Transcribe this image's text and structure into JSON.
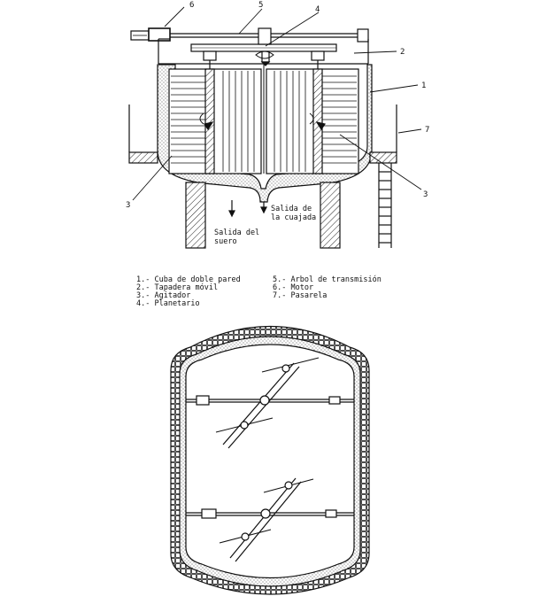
{
  "callouts": {
    "c1": "1",
    "c2": "2",
    "c3a": "3",
    "c3b": "3",
    "c4": "4",
    "c5": "5",
    "c6": "6",
    "c7": "7"
  },
  "notes": {
    "cuajada_line1": "Salida de",
    "cuajada_line2": "la cuajada",
    "suero_line1": "Salida del",
    "suero_line2": "suero"
  },
  "legend": {
    "items": [
      "1.- Cuba de doble pared",
      "2.- Tapadera móvil",
      "3.- Agitador",
      "4.- Planetario",
      "5.- Arbol de transmisión",
      "6.- Motor",
      "7.- Pasarela"
    ]
  }
}
